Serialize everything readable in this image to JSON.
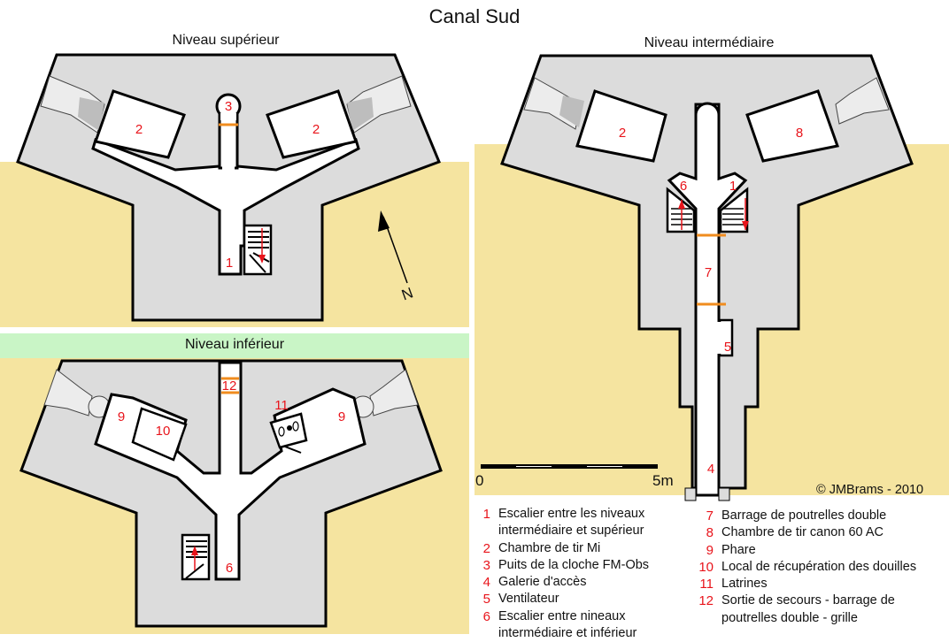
{
  "title": "Canal Sud",
  "levels": {
    "upper": {
      "label": "Niveau supérieur",
      "rooms": [
        {
          "id": "3",
          "label": "3"
        },
        {
          "id": "2a",
          "label": "2"
        },
        {
          "id": "2b",
          "label": "2"
        },
        {
          "id": "1",
          "label": "1"
        }
      ]
    },
    "middle": {
      "label": "Niveau intermédiaire",
      "rooms": [
        {
          "id": "2",
          "label": "2"
        },
        {
          "id": "8",
          "label": "8"
        },
        {
          "id": "6",
          "label": "6"
        },
        {
          "id": "1",
          "label": "1"
        },
        {
          "id": "7",
          "label": "7"
        },
        {
          "id": "5",
          "label": "5"
        },
        {
          "id": "4",
          "label": "4"
        }
      ]
    },
    "lower": {
      "label": "Niveau inférieur",
      "rooms": [
        {
          "id": "12",
          "label": "12"
        },
        {
          "id": "11",
          "label": "11"
        },
        {
          "id": "9a",
          "label": "9"
        },
        {
          "id": "9b",
          "label": "9"
        },
        {
          "id": "10",
          "label": "10"
        },
        {
          "id": "6",
          "label": "6"
        }
      ]
    }
  },
  "compass": {
    "label": "N",
    "icon": "north-arrow-icon"
  },
  "scale": {
    "start_label": "0",
    "end_label": "5m"
  },
  "copyright": "©  JMBrams - 2010",
  "legend": [
    {
      "n": "1",
      "text": "Escalier entre les niveaux",
      "text2": "intermédiaire et supérieur"
    },
    {
      "n": "2",
      "text": "Chambre de tir Mi"
    },
    {
      "n": "3",
      "text": "Puits de la cloche FM-Obs"
    },
    {
      "n": "4",
      "text": "Galerie d'accès"
    },
    {
      "n": "5",
      "text": "Ventilateur"
    },
    {
      "n": "6",
      "text": "Escalier entre nineaux",
      "text2": "intermédiaire et inférieur"
    },
    {
      "n": "7",
      "text": "Barrage de poutrelles double"
    },
    {
      "n": "8",
      "text": "Chambre de tir canon 60 AC"
    },
    {
      "n": "9",
      "text": "Phare"
    },
    {
      "n": "10",
      "text": "Local de récupération des douilles"
    },
    {
      "n": "11",
      "text": "Latrines"
    },
    {
      "n": "12",
      "text": "Sortie de secours - barrage de",
      "text2": "poutrelles double - grille"
    }
  ],
  "colors": {
    "sand": "#f5e4a0",
    "concrete": "#dcdcdc",
    "room": "#ffffff",
    "wall": "#000000",
    "number": "#e8141b",
    "barrier": "#f08c1e",
    "header_band": "#c9f5c6"
  }
}
